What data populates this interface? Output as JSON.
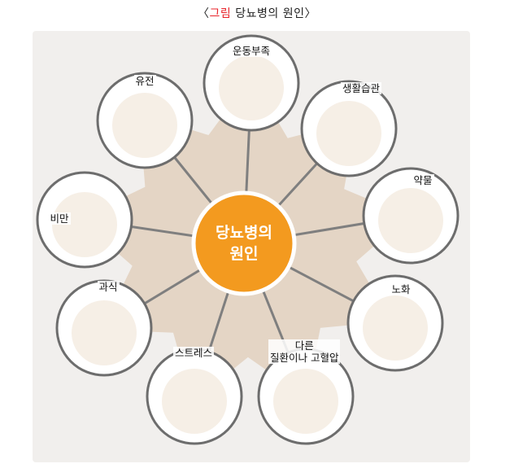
{
  "title": {
    "bracket_open": "〈",
    "tag": "그림",
    "text": "당뇨병의 원인",
    "bracket_close": "〉"
  },
  "center": {
    "label": "당뇨병의\n원인"
  },
  "causes": [
    {
      "id": "lack-of-exercise",
      "label": "운동부족"
    },
    {
      "id": "lifestyle",
      "label": "생활습관"
    },
    {
      "id": "medication",
      "label": "약물"
    },
    {
      "id": "aging",
      "label": "노화"
    },
    {
      "id": "disease-or-hypertension",
      "label": "다른\n질환이나 고혈압"
    },
    {
      "id": "stress",
      "label": "스트레스"
    },
    {
      "id": "overeating",
      "label": "과식"
    },
    {
      "id": "obesity",
      "label": "비만"
    },
    {
      "id": "heredity",
      "label": "유전"
    }
  ],
  "colors": {
    "accent": "#f39a1f",
    "tag": "#e8232a",
    "panel": "#f1efed",
    "star": "#e4d5c5",
    "spoke": "#7f7f7f",
    "node_border": "#6d6d6d"
  }
}
